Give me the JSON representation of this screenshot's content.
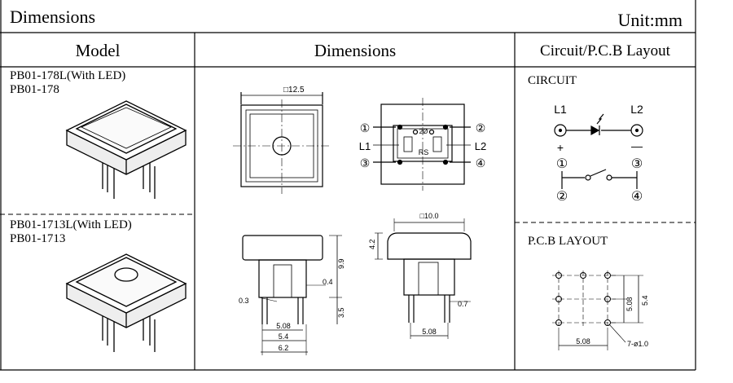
{
  "header": {
    "title": "Dimensions",
    "unit": "Unit:mm"
  },
  "columns": {
    "model": "Model",
    "dimensions": "Dimensions",
    "circuit_pcb": "Circuit/P.C.B Layout"
  },
  "models": [
    {
      "line1": "PB01-178L(With LED)",
      "line2": "PB01-178"
    },
    {
      "line1": "PB01-1713L(With LED)",
      "line2": "PB01-1713"
    }
  ],
  "circuit": {
    "title": "CIRCUIT",
    "l1": "L1",
    "l2": "L2",
    "plus": "+",
    "minus": "—",
    "t1": "①",
    "t2": "②",
    "t3": "③",
    "t4": "④"
  },
  "pcb": {
    "title": "P.C.B LAYOUT",
    "dim_h": "5.08",
    "dim_v1": "5.08",
    "dim_v2": "5.4",
    "holes": "7-ø1.0"
  },
  "top_view": {
    "size": "□12.5",
    "t1": "①",
    "t2": "②",
    "t3": "③",
    "t4": "④",
    "l1": "L1",
    "l2": "L2",
    "sw_mark": "2Ø",
    "rs_mark": "RS"
  },
  "side_view": {
    "h9_9": "9.9",
    "d0_4": "0.4",
    "d0_3": "0.3",
    "d3_5": "3.5",
    "w5_08": "5.08",
    "w5_4": "5.4",
    "w6_2": "6.2"
  },
  "front_view": {
    "size": "□10.0",
    "h4_2": "4.2",
    "d0_7": "0.7",
    "w5_08": "5.08"
  },
  "colors": {
    "line": "#000000",
    "background": "#ffffff"
  }
}
